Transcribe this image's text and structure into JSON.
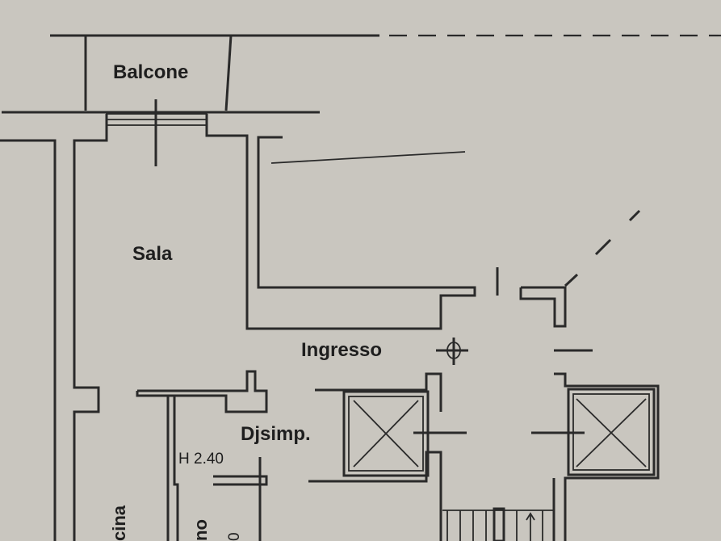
{
  "rooms": {
    "balcone": "Balcone",
    "sala": "Sala",
    "ingresso": "Ingresso",
    "disimpegno": "Djsimp.",
    "cucina_partial": "cina",
    "bagno_partial": "no"
  },
  "annotations": {
    "ceiling_height": "H 2.40",
    "cut_height_partial": "0"
  }
}
